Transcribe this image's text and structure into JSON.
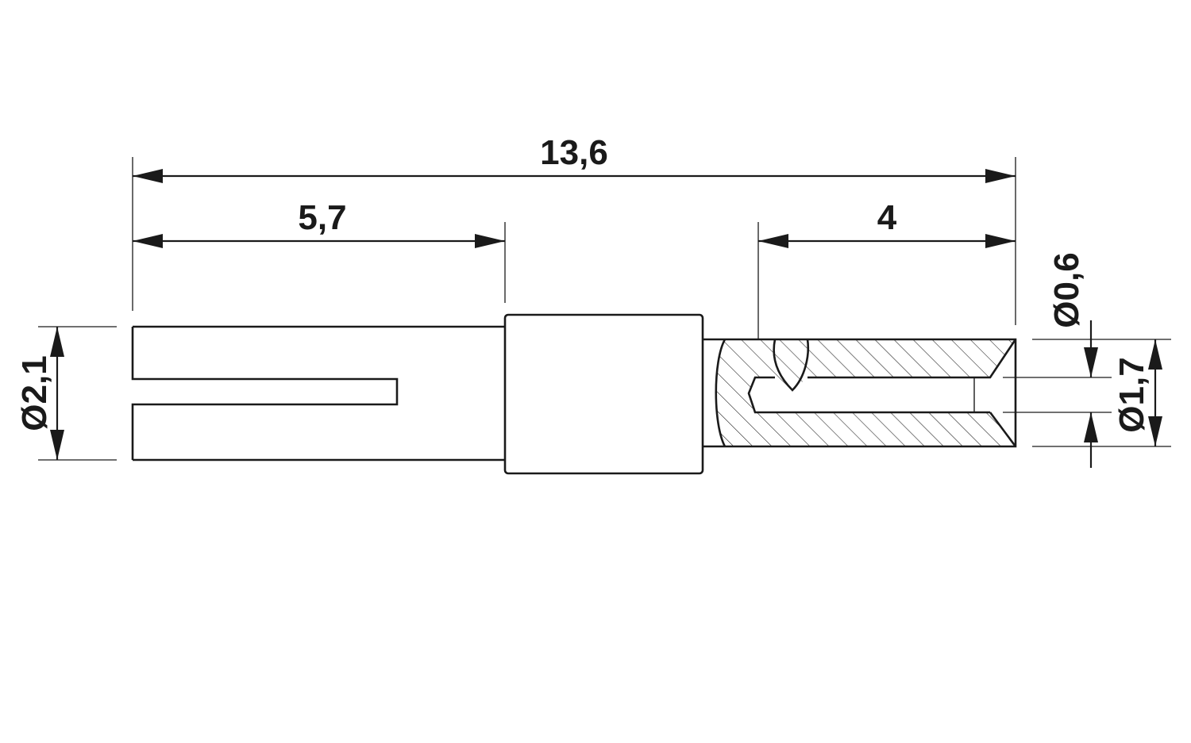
{
  "diagram": {
    "dimensions": {
      "overall_length": "13,6",
      "slot_length": "5,7",
      "socket_length": "4",
      "body_diameter": "Ø2,1",
      "pin_hole_diameter": "Ø0,6",
      "sleeve_diameter": "Ø1,7"
    }
  }
}
